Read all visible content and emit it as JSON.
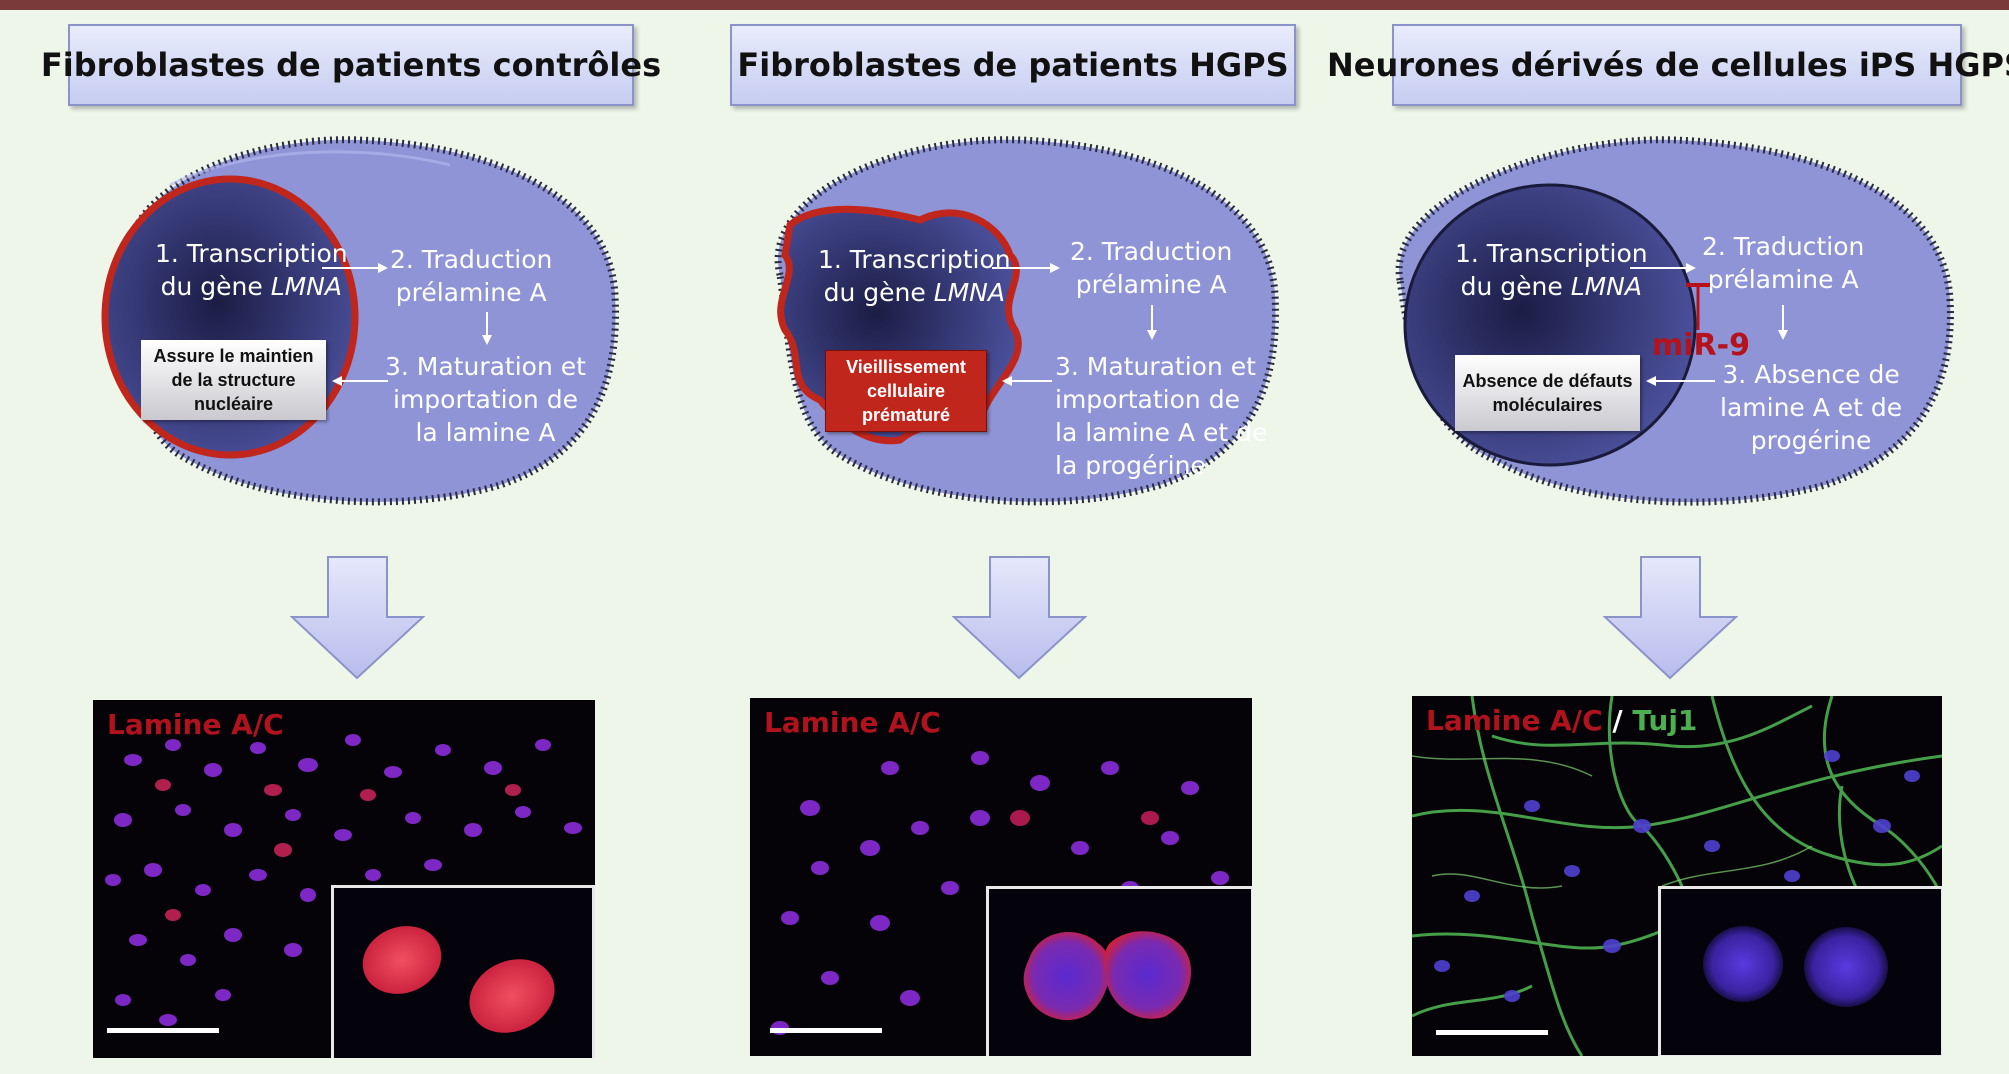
{
  "panels": [
    {
      "title": "Fibroblastes de patients contrôles",
      "step1_line1": "1. Transcription",
      "step1_line2_prefix": "du gène ",
      "gene": "LMNA",
      "step2_line1": "2. Traduction",
      "step2_line2": "prélamine A",
      "step3_lines": [
        "3. Maturation et",
        "importation de",
        "la lamine A"
      ],
      "effect": "Assure le maintien de la structure nucléaire",
      "effect_style": "grey",
      "stain_label": "Lamine A/C"
    },
    {
      "title": "Fibroblastes de patients HGPS",
      "step1_line1": "1. Transcription",
      "step1_line2_prefix": "du gène ",
      "gene": "LMNA",
      "step2_line1": "2. Traduction",
      "step2_line2": "prélamine A",
      "step3_lines": [
        "3. Maturation et",
        "importation de",
        "la lamine A et de",
        "la progérine"
      ],
      "effect": "Vieillissement cellulaire prématuré",
      "effect_style": "red",
      "stain_label": "Lamine A/C"
    },
    {
      "title": "Neurones dérivés de cellules iPS HGPS",
      "step1_line1": "1. Transcription",
      "step1_line2_prefix": "du gène ",
      "gene": "LMNA",
      "step2_line1": "2. Traduction",
      "step2_line2": "prélamine A",
      "step3_lines": [
        "3. Absence  de",
        "lamine A et de",
        "progérine"
      ],
      "effect": "Absence de défauts moléculaires",
      "effect_style": "grey",
      "inhibitor": "miR-9",
      "stain_label": "Lamine A/C",
      "stain_sep": " / ",
      "stain_label2": "Tuj1"
    }
  ],
  "colors": {
    "background": "#eef6ea",
    "nucleus_rim_red": "#c0261c",
    "lamin_red": "#c8102e",
    "tuj1_green": "#4caf50",
    "cell_fill": "#8e94d6",
    "nucleus_fill": "#3b3f80"
  }
}
